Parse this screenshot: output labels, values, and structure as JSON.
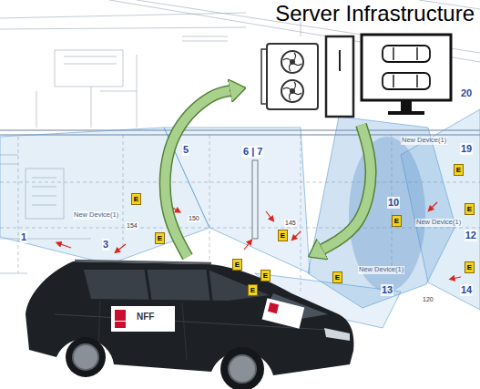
{
  "diagram": {
    "nodes": [
      {
        "text": [
          "Server Infrastructure"
        ]
      },
      {
        "text": [
          "NFF"
        ]
      }
    ],
    "edges": [
      {
        "from": 1,
        "to": 0,
        "arrow": "to"
      },
      {
        "from": 0,
        "to": 1,
        "arrow": "to"
      }
    ],
    "labels": [
      "1",
      "3",
      "5",
      "6 | 7",
      "10",
      "13",
      "14",
      "19",
      "20",
      "12",
      "154",
      "150",
      "145",
      "120",
      "New Device(1)",
      "New Device(1)",
      "New Device(1)",
      "New Device(1)",
      "E",
      "E",
      "E",
      "E",
      "E",
      "E",
      "E",
      "E",
      "E",
      "E",
      "E"
    ]
  }
}
